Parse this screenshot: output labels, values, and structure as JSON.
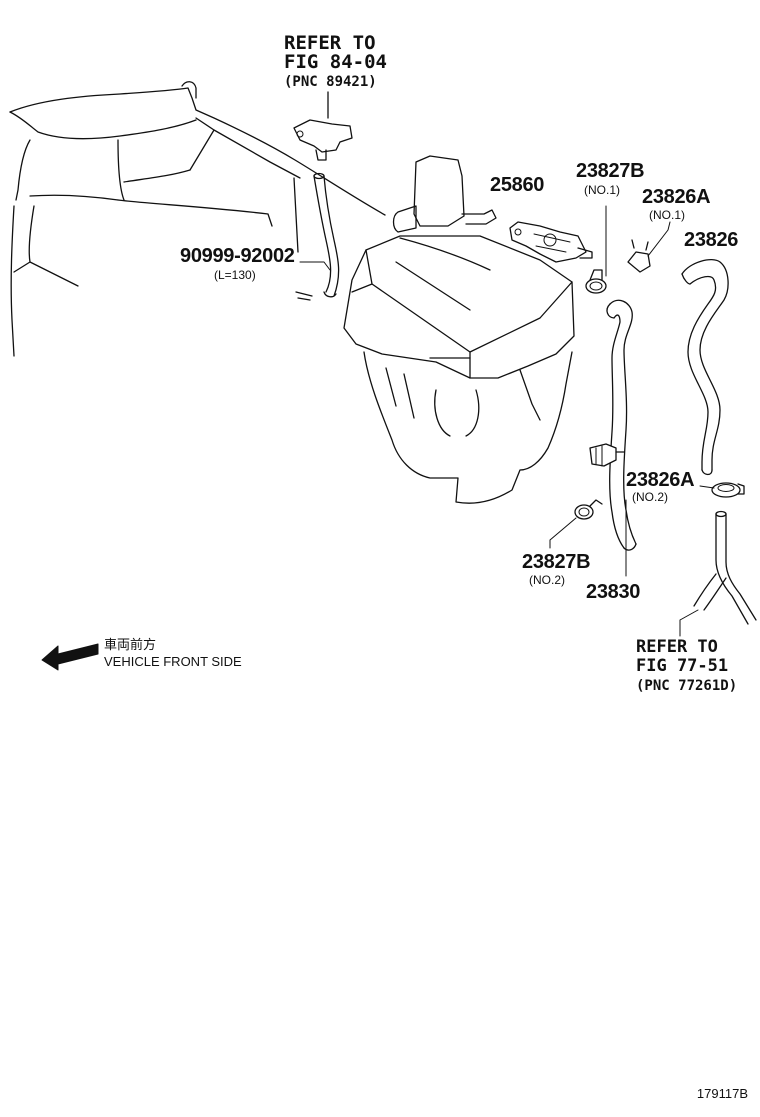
{
  "refer_top": {
    "line1": "REFER TO",
    "line2": "FIG 84-04",
    "line3": "(PNC 89421)"
  },
  "refer_bottom": {
    "line1": "REFER TO",
    "line2": "FIG 77-51",
    "line3": "(PNC 77261D)"
  },
  "parts": [
    {
      "id": "p1",
      "number": "90999-92002",
      "sub": "(L=130)"
    },
    {
      "id": "p2",
      "number": "25860",
      "sub": ""
    },
    {
      "id": "p3",
      "number": "23827B",
      "sub": "(NO.1)"
    },
    {
      "id": "p4",
      "number": "23826A",
      "sub": "(NO.1)"
    },
    {
      "id": "p5",
      "number": "23826",
      "sub": ""
    },
    {
      "id": "p6",
      "number": "23826A",
      "sub": "(NO.2)"
    },
    {
      "id": "p7",
      "number": "23827B",
      "sub": "(NO.2)"
    },
    {
      "id": "p8",
      "number": "23830",
      "sub": ""
    }
  ],
  "front_indicator": {
    "japanese": "車両前方",
    "english": "VEHICLE FRONT SIDE"
  },
  "figure_code": "179117B"
}
